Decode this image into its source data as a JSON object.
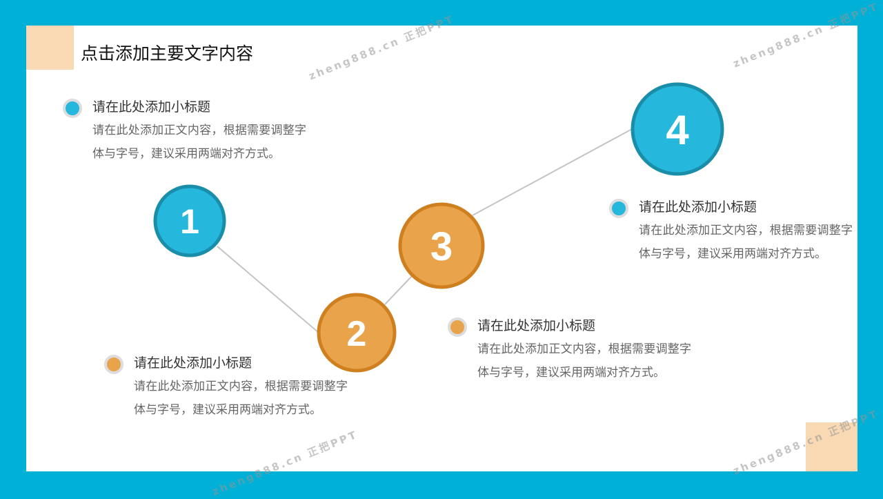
{
  "title": "点击添加主要文字内容",
  "watermark": "zheng888.cn 正把PPT",
  "colors": {
    "blue": "#25b7dc",
    "blue_border": "#1a8ea8",
    "orange": "#e9a44b",
    "orange_border": "#cf7f1e",
    "frame": "#00b0d6",
    "accent": "#f8d9b4"
  },
  "steps": [
    {
      "number": "1",
      "heading": "请在此处添加小标题",
      "body": "请在此处添加正文内容，根据需要调整字体与字号，建议采用两端对齐方式。"
    },
    {
      "number": "2",
      "heading": "请在此处添加小标题",
      "body": "请在此处添加正文内容，根据需要调整字体与字号，建议采用两端对齐方式。"
    },
    {
      "number": "3",
      "heading": "请在此处添加小标题",
      "body": "请在此处添加正文内容，根据需要调整字体与字号，建议采用两端对齐方式。"
    },
    {
      "number": "4",
      "heading": "请在此处添加小标题",
      "body": "请在此处添加正文内容，根据需要调整字体与字号，建议采用两端对齐方式。"
    }
  ]
}
